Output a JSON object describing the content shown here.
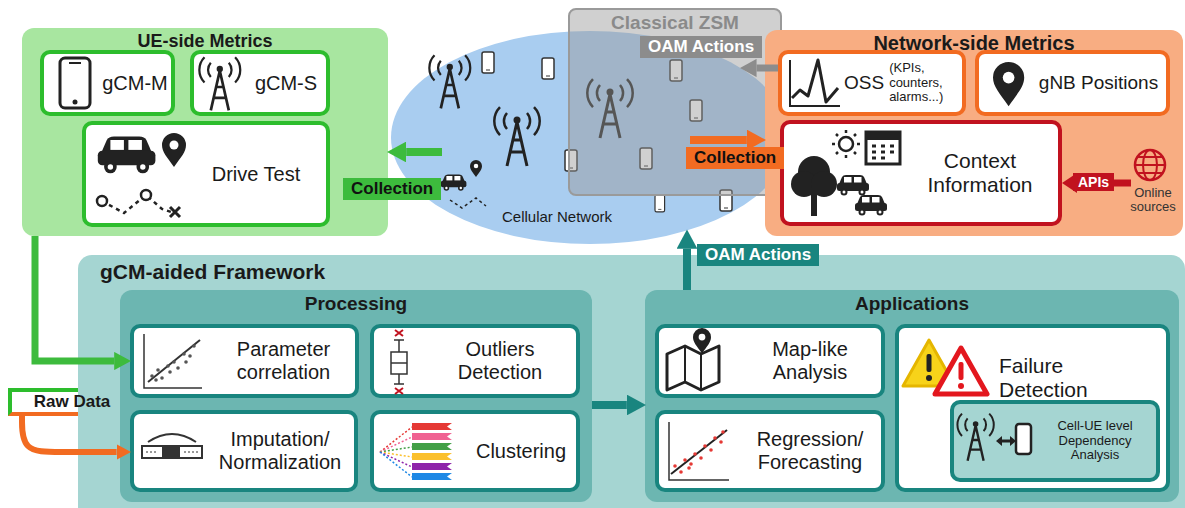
{
  "diagram": {
    "nodes": [
      {
        "text": [
          "UE-side Metrics"
        ]
      },
      {
        "text": [
          "gCM-M"
        ],
        "in": 0
      },
      {
        "text": [
          "gCM-S"
        ],
        "in": 0
      },
      {
        "text": [
          "Drive Test"
        ],
        "in": 0
      },
      {
        "text": [
          "Cellular Network"
        ]
      },
      {
        "text": [
          "Classical ZSM"
        ]
      },
      {
        "text": [
          "Network-side Metrics"
        ]
      },
      {
        "text": [
          "OSS",
          "(KPIs, counters, alarms...)"
        ],
        "in": 6
      },
      {
        "text": [
          "gNB Positions"
        ],
        "in": 6
      },
      {
        "text": [
          "Context Information"
        ],
        "in": 6
      },
      {
        "text": [
          "Raw Data"
        ]
      },
      {
        "text": [
          "gCM-aided Framework"
        ]
      },
      {
        "text": [
          "Processing"
        ],
        "in": 11
      },
      {
        "text": [
          "Parameter correlation"
        ],
        "in": 12
      },
      {
        "text": [
          "Outliers Detection"
        ],
        "in": 12
      },
      {
        "text": [
          "Imputation/ Normalization"
        ],
        "in": 12
      },
      {
        "text": [
          "Clustering"
        ],
        "in": 12
      },
      {
        "text": [
          "Applications"
        ],
        "in": 11
      },
      {
        "text": [
          "Map-like Analysis"
        ],
        "in": 17
      },
      {
        "text": [
          "Regression/ Forecasting"
        ],
        "in": 17
      },
      {
        "text": [
          "Failure Detection"
        ],
        "in": 17
      },
      {
        "text": [
          "Cell-UE level Dependency Analysis"
        ],
        "in": 20
      }
    ],
    "edges": [
      {
        "from": 4,
        "to": 0,
        "arrow": "to",
        "label": "Collection"
      },
      {
        "from": 4,
        "to": 6,
        "arrow": "to",
        "label": "Collection"
      },
      {
        "from": 7,
        "to": 4,
        "arrow": "to",
        "label": "OAM Actions"
      },
      {
        "from": 0,
        "to": 13,
        "arrow": "to"
      },
      {
        "from": 10,
        "to": 15,
        "arrow": "to"
      },
      {
        "from": 12,
        "to": 17,
        "arrow": "to"
      },
      {
        "from": 17,
        "to": 4,
        "arrow": "to",
        "label": "OAM Actions"
      }
    ],
    "labels": [
      "APIs",
      "Online sources"
    ]
  }
}
